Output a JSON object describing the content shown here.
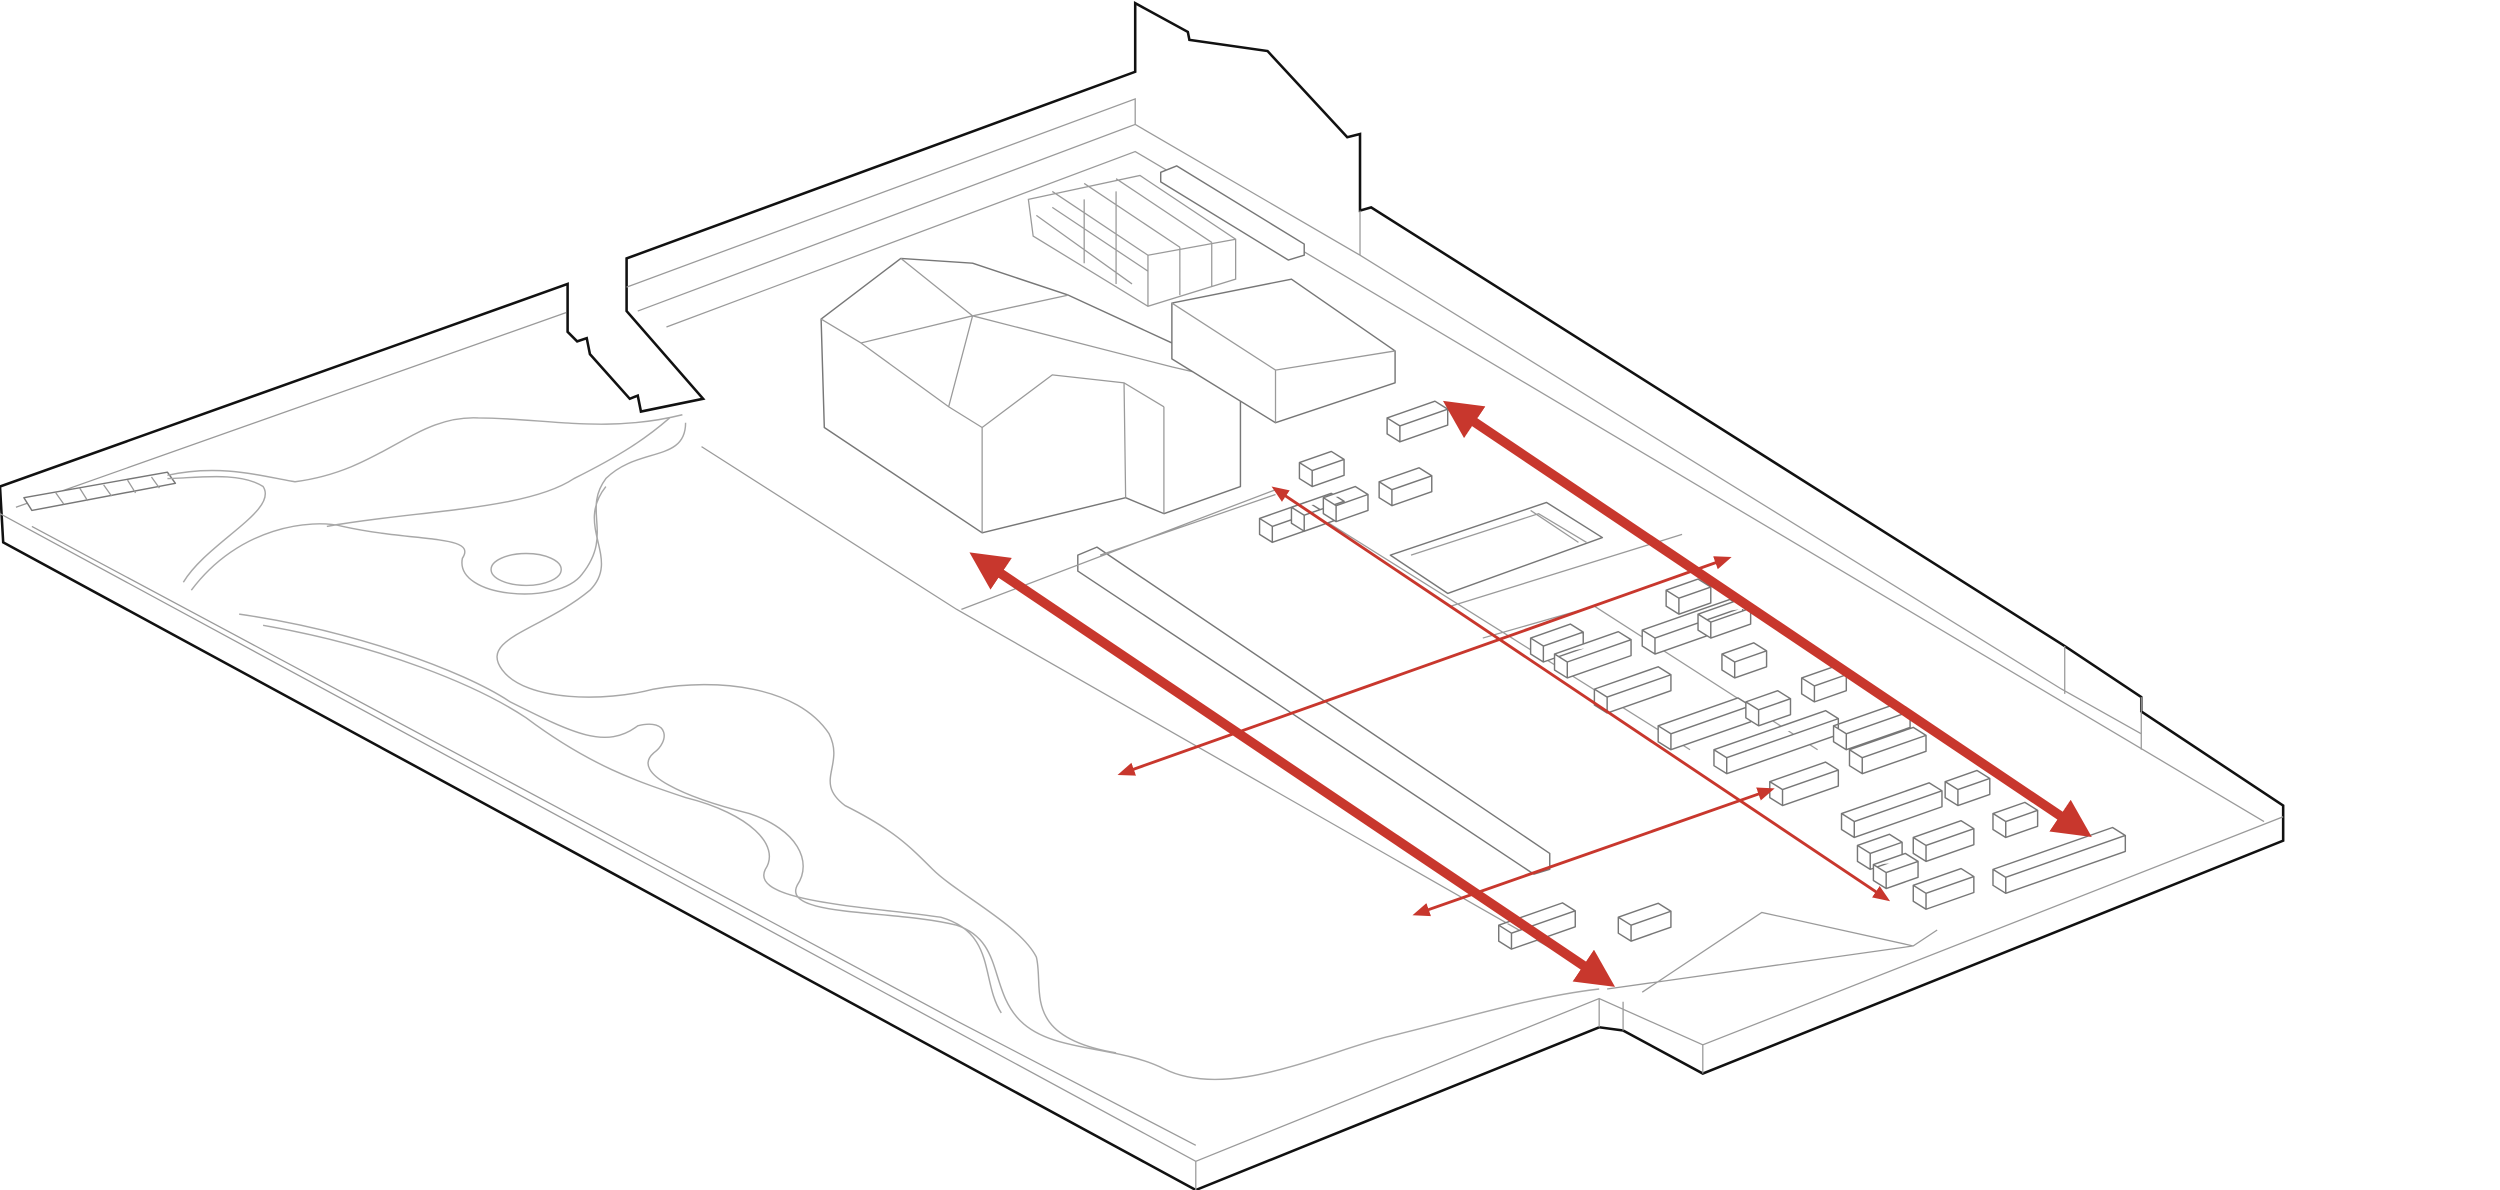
{
  "diagram": {
    "type": "axonometric-site-plan",
    "colors": {
      "arrow": "#c8372d",
      "outline": "#111111",
      "linework": "#9a9a9a",
      "background": "#ffffff"
    },
    "arrows": [
      {
        "name": "major-axis-west",
        "weight": "thick"
      },
      {
        "name": "major-axis-east",
        "weight": "thick"
      },
      {
        "name": "diagonal-axis-center",
        "weight": "thin"
      },
      {
        "name": "cross-axis-north",
        "weight": "thin"
      },
      {
        "name": "cross-axis-south",
        "weight": "thin"
      }
    ]
  }
}
